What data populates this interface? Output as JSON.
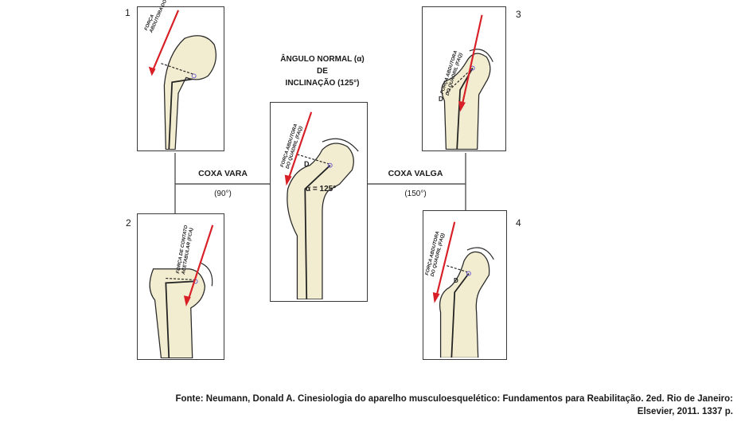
{
  "figure": {
    "panel_numbers": [
      "1",
      "2",
      "3",
      "4"
    ],
    "center": {
      "title_line1": "ÂNGULO NORMAL (α)",
      "title_line2": "DE",
      "title_line3": "INCLINAÇÃO (125°)",
      "angle_label": "α = 125°",
      "force_label_line1": "FORÇA ABDUTORA",
      "force_label_line2": "DO QUADRIL (FAQ)",
      "moment_arm_label": "D"
    },
    "coxa_vara": {
      "label": "COXA VARA",
      "angle": "(90°)"
    },
    "coxa_valga": {
      "label": "COXA VALGA",
      "angle": "(150°)"
    },
    "panel1": {
      "force_line1": "FORÇA",
      "force_line2": "ABDUTORA DO QUADRIL"
    },
    "panel2": {
      "force_line1": "FORÇA DE CONTATO",
      "force_line2": "ACETABULAR (FCA)"
    },
    "panel3": {
      "force_line1": "FORÇA ABDUTORA",
      "force_line2": "DO QUADRIL (FAQ)",
      "moment_arm_label": "D"
    },
    "panel4": {
      "force_line1": "FORÇA ABDUTORA",
      "force_line2": "DO QUADRIL (FAQ)",
      "moment_arm_label": "D"
    },
    "colors": {
      "force_arrow": "#d81f26",
      "bone_fill": "#f2ecd0",
      "outline": "#2a2a2a"
    }
  },
  "source": {
    "line1": "Fonte: Neumann, Donald A. Cinesiologia do aparelho musculoesquelético: Fundamentos para Reabilitação.  2ed. Rio de Janeiro:",
    "line2": "Elsevier, 2011. 1337 p."
  }
}
